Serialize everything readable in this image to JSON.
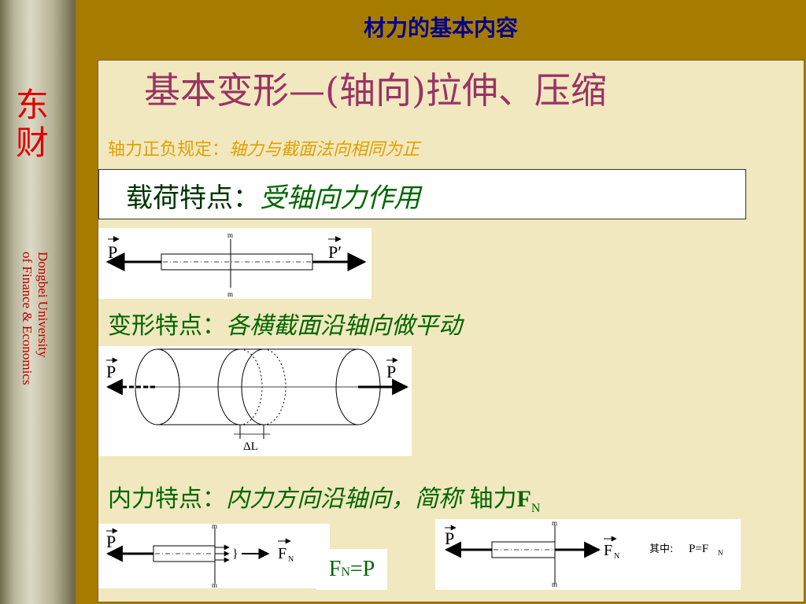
{
  "header": {
    "title": "材力的基本内容"
  },
  "sidebar": {
    "brand": [
      "东",
      "财"
    ],
    "university": [
      "Dongbei University",
      "of Finance & Economics"
    ]
  },
  "slide": {
    "title": "基本变形—(轴向)拉伸、压缩",
    "sign_rule": {
      "label": "轴力正负规定：",
      "text": "轴力与截面法向相同为正"
    },
    "load": {
      "label": "载荷特点：",
      "text": "受轴向力作用"
    },
    "deformation": {
      "label": "变形特点：",
      "text": "各横截面沿轴向做平动"
    },
    "internal": {
      "label": "内力特点：",
      "text": "内力方向沿轴向，简称",
      "tail": "轴力",
      "symbol": "F",
      "symbol_sub": "N"
    },
    "formula": {
      "main": "F",
      "sub": "N",
      "rest": "=P"
    }
  },
  "figures": {
    "fig1": {
      "left_force": "P",
      "right_force": "P′",
      "section_mark": "m"
    },
    "fig2": {
      "left_force": "P",
      "right_force": "P",
      "elongation": "ΔL"
    },
    "fig3": {
      "force": "P",
      "internal_force": "F",
      "internal_sub": "N",
      "section_mark": "m"
    },
    "fig4": {
      "force": "P",
      "internal_force": "F",
      "internal_sub": "N",
      "section_mark": "m",
      "note_label": "其中:",
      "note_eq": "P=F",
      "note_sub": "N"
    }
  },
  "colors": {
    "background": "#a67c00",
    "panel": "#f1e8bf",
    "title": "#993366",
    "header": "#00008b",
    "accent_green": "#006600",
    "accent_yellow": "#e0a000",
    "brand_red": "#e00000"
  }
}
